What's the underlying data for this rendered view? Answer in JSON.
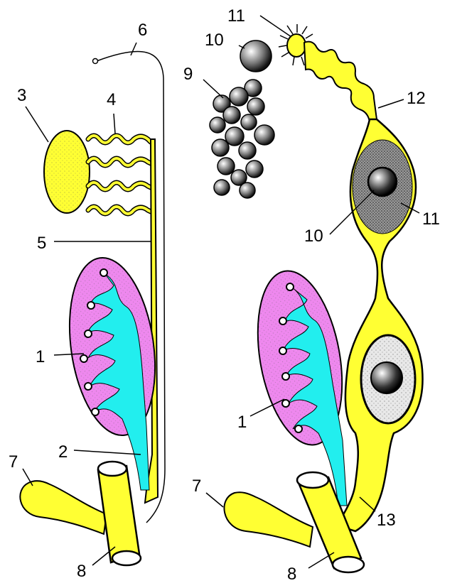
{
  "labels": {
    "n1_left": "1",
    "n2": "2",
    "n3": "3",
    "n4": "4",
    "n5": "5",
    "n6": "6",
    "n7_left": "7",
    "n8_left": "8",
    "n9": "9",
    "n10_top": "10",
    "n11_top": "11",
    "n12": "12",
    "n10_mid": "10",
    "n11_mid": "11",
    "n1_right": "1",
    "n7_right": "7",
    "n8_right": "8",
    "n13": "13"
  },
  "colors": {
    "duct_yellow": "#ffff33",
    "gland_pink": "#ee88ee",
    "tubule_cyan": "#22eeee",
    "nucleus_gray": "#888888",
    "outline": "#000000"
  }
}
